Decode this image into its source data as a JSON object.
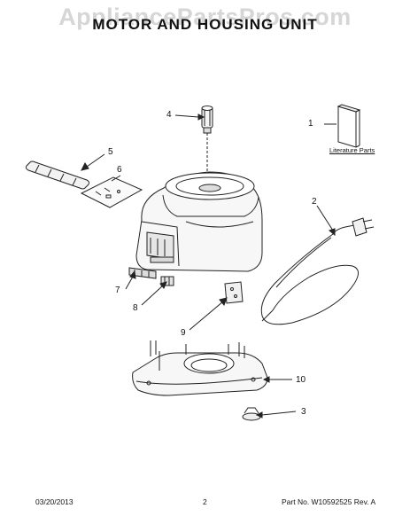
{
  "watermark": "AppliancePartsPros.com",
  "title": "MOTOR AND HOUSING UNIT",
  "literature_label": "Literature Parts",
  "callouts": [
    "1",
    "2",
    "3",
    "4",
    "5",
    "6",
    "7",
    "8",
    "9",
    "10"
  ],
  "footer": {
    "date": "03/20/2013",
    "page": "2",
    "part_number": "Part No. W10592525 Rev. A"
  }
}
